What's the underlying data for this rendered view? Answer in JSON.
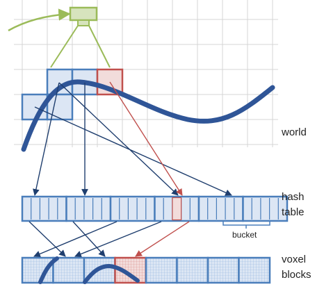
{
  "labels": {
    "world": "world",
    "hash_line1": "hash",
    "hash_line2": "table",
    "bucket": "bucket",
    "voxel_line1": "voxel",
    "voxel_line2": "blocks"
  },
  "colors": {
    "grid": "#d6d6d6",
    "block_fill": "#dce6f4",
    "block_stroke": "#4a7ebb",
    "highlight_fill": "#f2dcdb",
    "highlight_stroke": "#c0504d",
    "curve": "#2f5597",
    "arrow": "#1f3e6e",
    "camera_fill": "#d7e4bd",
    "camera_stroke": "#9bbb59"
  },
  "icons": {
    "camera": "camera-icon"
  }
}
